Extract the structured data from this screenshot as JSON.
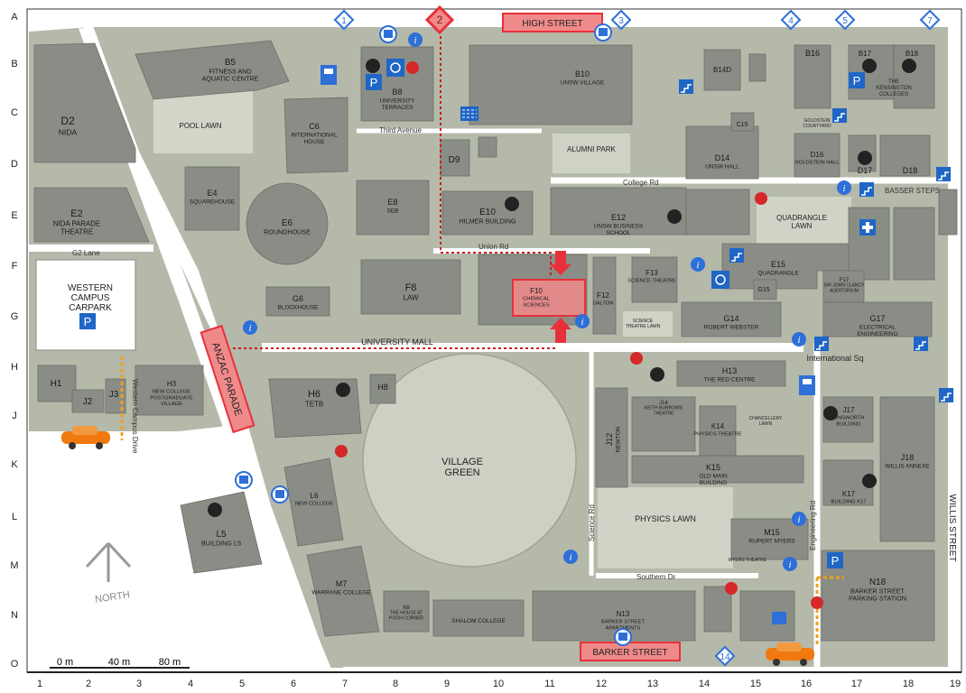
{
  "highlight_label": "ANZAC PARADE",
  "streets": {
    "high_street": "HIGH STREET",
    "barker_street": "BARKER STREET",
    "anzac_parade": "ANZAC PARADE",
    "willis_street": "WILLIS STREET",
    "university_mall": "UNIVERSITY MALL",
    "union_rd": "Union Rd",
    "college_rd": "College Rd",
    "third_avenue": "Third Avenue",
    "g2_lane": "G2 Lane",
    "southern_dr": "Southern Dr",
    "engineering_rd": "Engineering Rd",
    "science_rd": "Science Rd",
    "western_campus_drive": "Western Campus Drive",
    "international_sq": "International Sq",
    "basser_steps": "BASSER STEPS"
  },
  "gates": [
    "1",
    "2",
    "3",
    "4",
    "5",
    "7",
    "14"
  ],
  "grid": {
    "rows": [
      "A",
      "B",
      "C",
      "D",
      "E",
      "F",
      "G",
      "H",
      "J",
      "K",
      "L",
      "M",
      "N",
      "O"
    ],
    "cols": [
      "1",
      "2",
      "3",
      "4",
      "5",
      "6",
      "7",
      "8",
      "9",
      "10",
      "11",
      "12",
      "13",
      "14",
      "15",
      "16",
      "17",
      "18",
      "19"
    ]
  },
  "scale": {
    "labels": [
      "0 m",
      "40 m",
      "80 m"
    ]
  },
  "north_label": "NORTH",
  "buildings": [
    {
      "id": "d2",
      "code": "D2",
      "name": "NIDA"
    },
    {
      "id": "e2",
      "code": "E2",
      "name": "NIDA PARADE THEATRE"
    },
    {
      "id": "b5",
      "code": "B5",
      "name": "FITNESS AND AQUATIC CENTRE"
    },
    {
      "id": "b8",
      "code": "B8",
      "name": "UNIVERSITY TERRACES"
    },
    {
      "id": "c6",
      "code": "C6",
      "name": "INTERNATIONAL HOUSE"
    },
    {
      "id": "e4",
      "code": "E4",
      "name": "SQUAREHOUSE"
    },
    {
      "id": "e6",
      "code": "E6",
      "name": "ROUNDHOUSE"
    },
    {
      "id": "e8",
      "code": "E8",
      "name": "SEB"
    },
    {
      "id": "e10",
      "code": "E10",
      "name": "HILMER BUILDING"
    },
    {
      "id": "d9",
      "code": "D9",
      "name": ""
    },
    {
      "id": "b10",
      "code": "B10",
      "name": "UNSW VILLAGE"
    },
    {
      "id": "e12",
      "code": "E12",
      "name": "UNSW BUSINESS SCHOOL"
    },
    {
      "id": "d14",
      "code": "D14",
      "name": "UNSW HALL"
    },
    {
      "id": "d16",
      "code": "D16",
      "name": "GOLDSTEIN HALL"
    },
    {
      "id": "b16",
      "code": "B16",
      "name": ""
    },
    {
      "id": "b14d",
      "code": "B14D",
      "name": ""
    },
    {
      "id": "b17",
      "code": "B17",
      "name": ""
    },
    {
      "id": "b18",
      "code": "B18",
      "name": ""
    },
    {
      "id": "c15",
      "code": "C15",
      "name": ""
    },
    {
      "id": "d17",
      "code": "D17",
      "name": ""
    },
    {
      "id": "d18",
      "code": "D18",
      "name": ""
    },
    {
      "id": "f8",
      "code": "F8",
      "name": "LAW"
    },
    {
      "id": "f10",
      "code": "F10",
      "name": "CHEMICAL SCIENCES"
    },
    {
      "id": "f12",
      "code": "F12",
      "name": "DALTON"
    },
    {
      "id": "f13",
      "code": "F13",
      "name": "SCIENCE THEATRE"
    },
    {
      "id": "e15",
      "code": "E15",
      "name": "QUADRANGLE"
    },
    {
      "id": "g6",
      "code": "G6",
      "name": "BLOCKHOUSE"
    },
    {
      "id": "g14",
      "code": "G14",
      "name": "ROBERT WEBSTER"
    },
    {
      "id": "g15",
      "code": "G15",
      "name": ""
    },
    {
      "id": "f17",
      "code": "F17",
      "name": "SIR JOHN CLANCY AUDITORIUM"
    },
    {
      "id": "g17",
      "code": "G17",
      "name": "ELECTRICAL ENGINEERING"
    },
    {
      "id": "h1",
      "code": "H1",
      "name": ""
    },
    {
      "id": "j2",
      "code": "J2",
      "name": ""
    },
    {
      "id": "j3",
      "code": "J3",
      "name": ""
    },
    {
      "id": "h3",
      "code": "H3",
      "name": "NEW COLLEGE POSTGRADUATE VILLAGE"
    },
    {
      "id": "h6",
      "code": "H6",
      "name": "TETB"
    },
    {
      "id": "h8",
      "code": "H8",
      "name": ""
    },
    {
      "id": "h13",
      "code": "H13",
      "name": "THE RED CENTRE"
    },
    {
      "id": "j12",
      "code": "J12",
      "name": "NEWTON"
    },
    {
      "id": "j14",
      "code": "J14",
      "name": "KEITH BURROWS THEATRE"
    },
    {
      "id": "k14",
      "code": "K14",
      "name": "PHYSICS THEATRE"
    },
    {
      "id": "k15",
      "code": "K15",
      "name": "OLD MAIN BUILDING"
    },
    {
      "id": "j17",
      "code": "J17",
      "name": "AINSWORTH BUILDING"
    },
    {
      "id": "j18",
      "code": "J18",
      "name": "WILLIS ANNEXE"
    },
    {
      "id": "k17",
      "code": "K17",
      "name": "BUILDING K17"
    },
    {
      "id": "l5",
      "code": "L5",
      "name": "BUILDING L5"
    },
    {
      "id": "l6",
      "code": "L6",
      "name": "NEW COLLEGE"
    },
    {
      "id": "m7",
      "code": "M7",
      "name": "WARRANE COLLEGE"
    },
    {
      "id": "n8",
      "code": "N8",
      "name": "THE HOUSE AT POOH CORNER"
    },
    {
      "id": "shalom",
      "code": "",
      "name": "SHALOM COLLEGE"
    },
    {
      "id": "n13",
      "code": "N13",
      "name": "BARKER STREET APARTMENTS"
    },
    {
      "id": "m15",
      "code": "M15",
      "name": "RUPERT MYERS"
    },
    {
      "id": "myers",
      "code": "",
      "name": "MYERS THEATRE"
    },
    {
      "id": "n18",
      "code": "N18",
      "name": "BARKER STREET PARKING STATION"
    }
  ],
  "areas": [
    {
      "id": "pool-lawn",
      "name": "POOL LAWN"
    },
    {
      "id": "alumni-park",
      "name": "ALUMNI PARK"
    },
    {
      "id": "quadrangle-lawn",
      "name": "QUADRANGLE LAWN"
    },
    {
      "id": "village-green",
      "name": "VILLAGE GREEN"
    },
    {
      "id": "physics-lawn",
      "name": "PHYSICS LAWN"
    },
    {
      "id": "science-theatre-lawn",
      "name": "SCIENCE THEATRE LAWN"
    },
    {
      "id": "goldstein-courtyard",
      "name": "GOLDSTEIN COURTYARD"
    },
    {
      "id": "kensington-colleges",
      "name": "THE KENSINGTON COLLEGES"
    },
    {
      "id": "chancellery-lawn",
      "name": "CHANCELLERY LAWN"
    },
    {
      "id": "western-campus-carpark",
      "name": "WESTERN CAMPUS CARPARK"
    }
  ],
  "colors": {
    "building": "#8a8d86",
    "ground": "#b9bdb0",
    "lawn": "#d4d8cb",
    "highlight": "#e8303a",
    "highlight_fill": "#f08a8a",
    "info": "#2e6fd8",
    "parking": "#1f66c6",
    "route": "#cc1d1d",
    "car": "#f07a10"
  },
  "icons": [
    "parking-icon",
    "info-icon",
    "bus-icon",
    "gate-icon",
    "stairs-icon",
    "first-aid-icon",
    "security-icon",
    "car-icon",
    "toilet-icon",
    "accessible-icon"
  ]
}
